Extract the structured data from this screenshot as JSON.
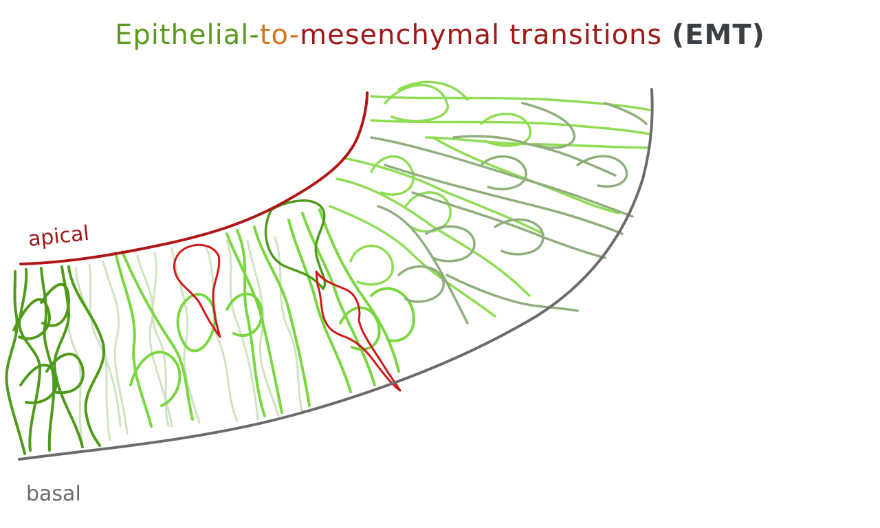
{
  "title": {
    "parts": [
      {
        "text": "Epithelial-",
        "color": "#5a9a1e"
      },
      {
        "text": "to-",
        "color": "#d4741c"
      },
      {
        "text": "mesenchymal transitions ",
        "color": "#a01818"
      },
      {
        "text": "(EMT)",
        "color": "#3a3f44"
      }
    ]
  },
  "labels": {
    "apical": "apical",
    "basal": "basal"
  },
  "colors": {
    "apical_line": "#b01616",
    "basal_line": "#6b6b6b",
    "epithelial_dark": "#4e9a1a",
    "epithelial_pale": "#cfe3c0",
    "transition_bright": "#7ad640",
    "mesenchymal_light": "#8fdc55",
    "mesenchymal_grey": "#8fae7c",
    "emt_cell": "#d01818"
  }
}
